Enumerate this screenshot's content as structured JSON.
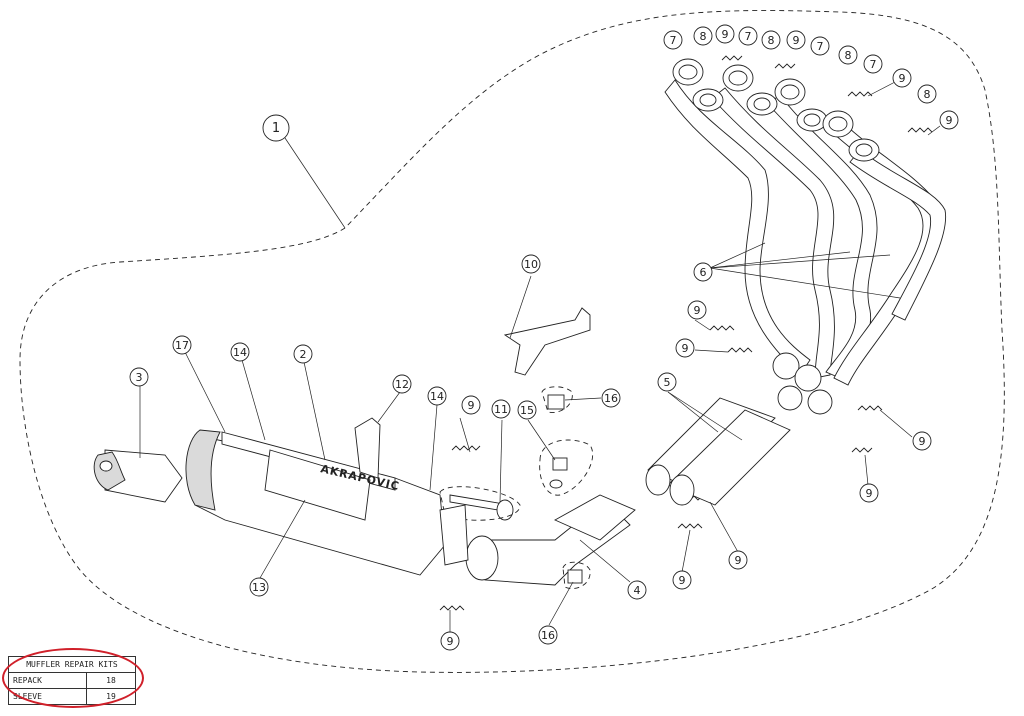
{
  "callouts": {
    "c1": "1",
    "c2": "2",
    "c3": "3",
    "c4": "4",
    "c5": "5",
    "c6": "6",
    "c7": "7",
    "c8": "8",
    "c9": "9",
    "c10": "10",
    "c11": "11",
    "c12": "12",
    "c13": "13",
    "c14": "14",
    "c15": "15",
    "c16": "16",
    "c17": "17"
  },
  "brand_mark": "AKRAPOVIC",
  "repair_kits": {
    "title": "MUFFLER REPAIR KITS",
    "rows": [
      {
        "label": "REPACK",
        "value": "18"
      },
      {
        "label": "SLEEVE",
        "value": "19"
      }
    ]
  },
  "highlight_color": "#d0202a"
}
